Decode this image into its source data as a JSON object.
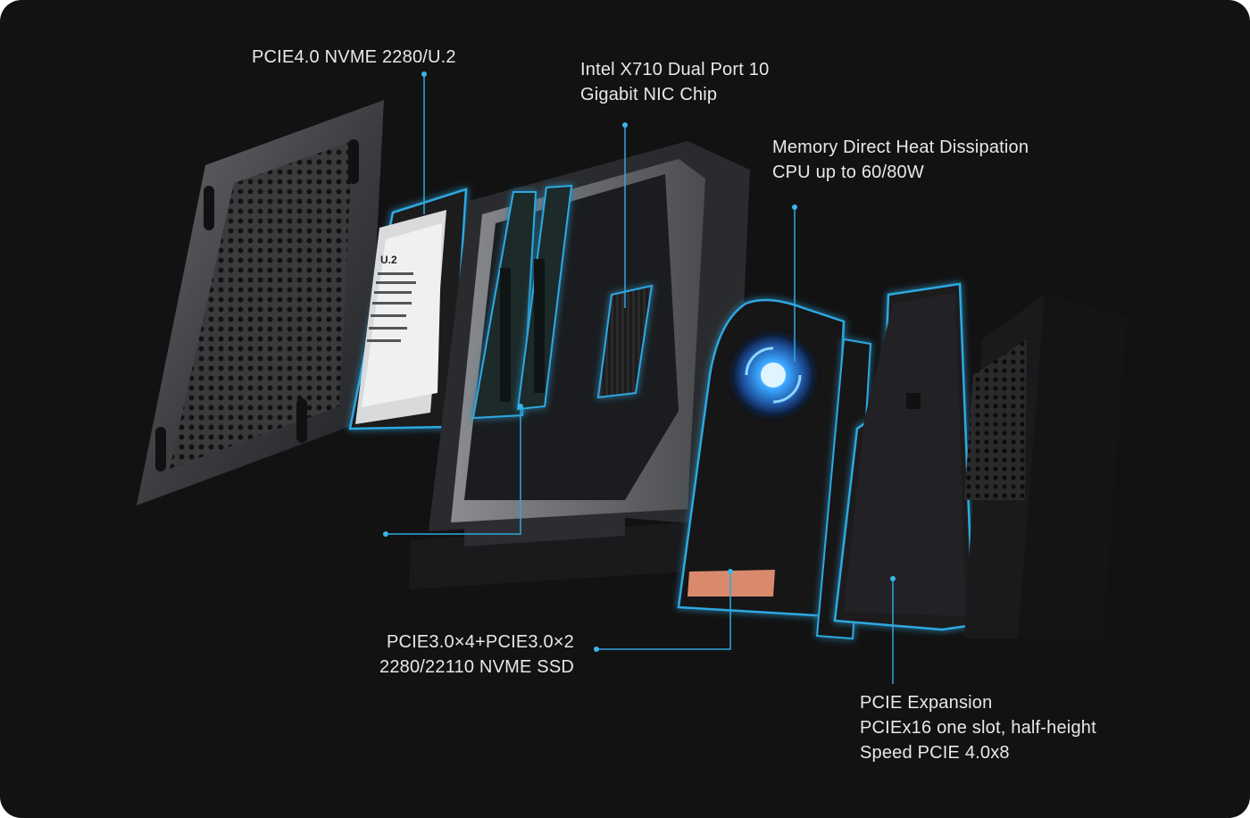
{
  "callouts": {
    "u2_drive": {
      "lines": [
        "PCIE4.0 NVME 2280/U.2"
      ]
    },
    "nic_chip": {
      "lines": [
        "Intel X710 Dual Port 10",
        "Gigabit NIC Chip"
      ]
    },
    "memory_cpu": {
      "lines": [
        "Memory Direct Heat Dissipation",
        "CPU up to 60/80W"
      ]
    },
    "ssd_slots": {
      "lines": [
        "PCIE3.0×4+PCIE3.0×2",
        "2280/22110 NVME SSD"
      ]
    },
    "pcie_expansion": {
      "lines": [
        "PCIE Expansion",
        "PCIEx16 one slot, half-height",
        "Speed PCIE 4.0x8"
      ]
    }
  },
  "drive_label": {
    "title": "U.2"
  },
  "colors": {
    "background": "#121212",
    "glow": "#2ea8e0",
    "leader": "#2ea8e0",
    "text": "#e8e8e8",
    "copper": "#d98a6c"
  }
}
